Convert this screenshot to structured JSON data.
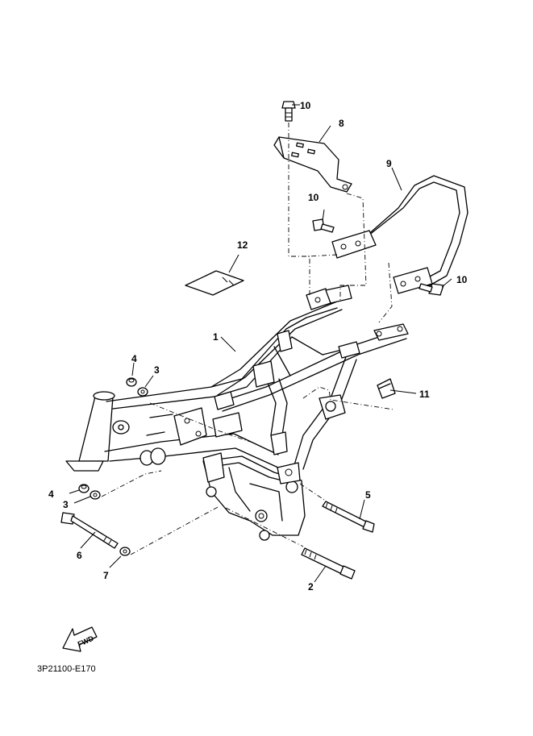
{
  "diagram_code": "3P21100-E170",
  "fwd_label": "FWD",
  "callouts": {
    "c1": "1",
    "c2": "2",
    "c3a": "3",
    "c3b": "3",
    "c4a": "4",
    "c4b": "4",
    "c5": "5",
    "c6": "6",
    "c7": "7",
    "c8": "8",
    "c9": "9",
    "c10a": "10",
    "c10b": "10",
    "c10c": "10",
    "c11": "11",
    "c12": "12"
  }
}
